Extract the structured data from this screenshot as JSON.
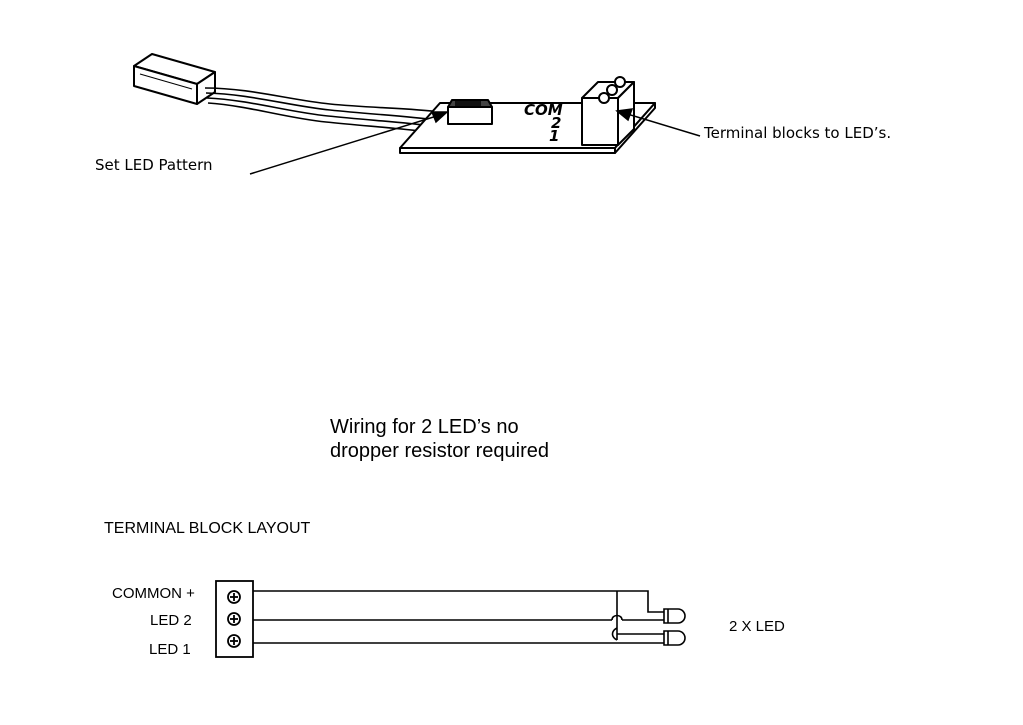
{
  "callouts": {
    "set_led_pattern": "Set LED Pattern",
    "terminal_blocks": "Terminal blocks to LED’s."
  },
  "board": {
    "label_com": "COM",
    "label_2": "2",
    "label_1": "1"
  },
  "wiring_title": {
    "line1": "Wiring for 2 LED’s no",
    "line2": "dropper resistor required"
  },
  "terminal_block_layout": "TERMINAL BLOCK LAYOUT",
  "terminals": {
    "common": "COMMON +",
    "led2": "LED 2",
    "led1": "LED 1"
  },
  "led_label": "2 X LED"
}
